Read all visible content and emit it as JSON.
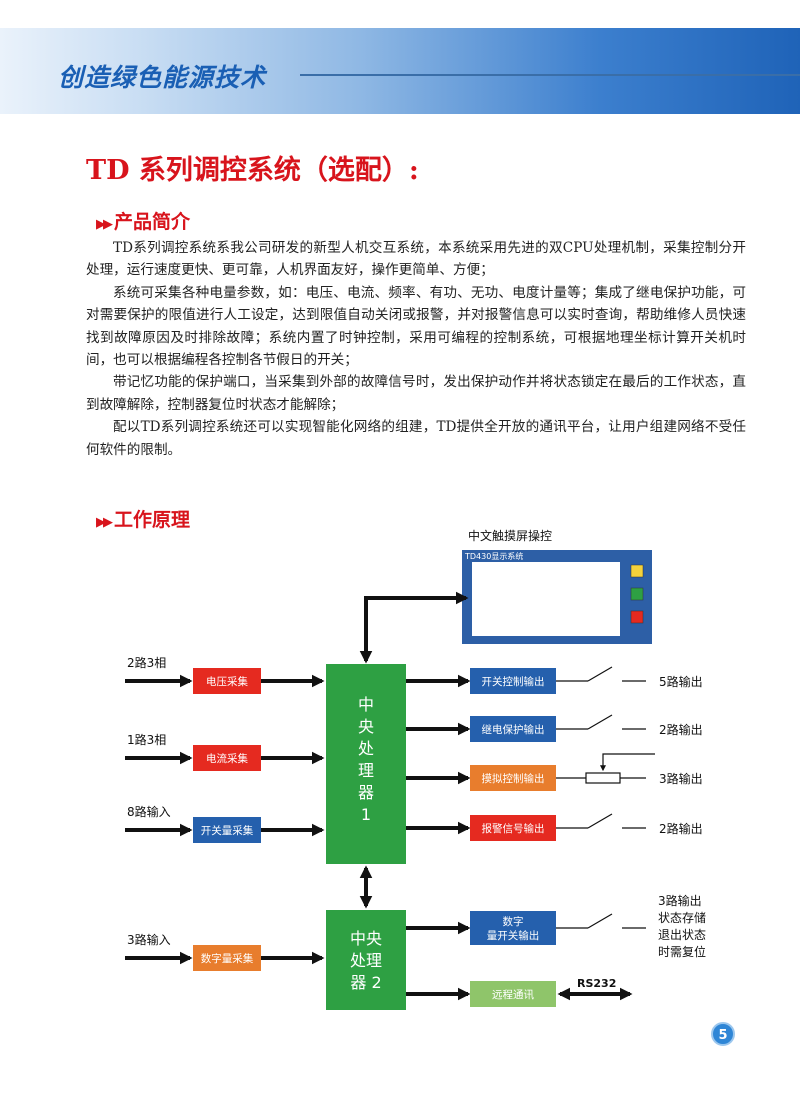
{
  "header": {
    "title": "创造绿色能源技术"
  },
  "main_title": "TD 系列调控系统（选配）:",
  "sections": {
    "intro_heading": "产品简介",
    "principle_heading": "工作原理"
  },
  "paragraphs": [
    "TD系列调控系统系我公司研发的新型人机交互系统，本系统采用先进的双CPU处理机制，采集控制分开处理，运行速度更快、更可靠，人机界面友好，操作更简单、方便；",
    "系统可采集各种电量参数，如：电压、电流、频率、有功、无功、电度计量等；集成了继电保护功能，可对需要保护的限值进行人工设定，达到限值自动关闭或报警，并对报警信息可以实时查询，帮助维修人员快速找到故障原因及时排除故障；系统内置了时钟控制，采用可编程的控制系统，可根据地理坐标计算开关机时间，也可以根据编程各控制各节假日的开关；",
    "带记忆功能的保护端口，当采集到外部的故障信号时，发出保护动作并将状态锁定在最后的工作状态，直到故障解除，控制器复位时状态才能解除；",
    "配以TD系列调控系统还可以实现智能化网络的组建，TD提供全开放的通讯平台，让用户组建网络不受任何软件的限制。"
  ],
  "diagram": {
    "screen_title": "中文触摸屏操控",
    "screen_label": "TD430显示系统",
    "inputs": [
      "2路3相",
      "1路3相",
      "8路输入",
      "3路输入"
    ],
    "input_boxes": [
      "电压采集",
      "电流采集",
      "开关量采集",
      "数字量采集"
    ],
    "cpu1": [
      "中",
      "央",
      "处",
      "理",
      "器",
      "1"
    ],
    "cpu2": [
      "中央",
      "处理",
      "器 2"
    ],
    "output_boxes": [
      "开关控制输出",
      "继电保护输出",
      "摸拟控制输出",
      "报警信号输出",
      "数字",
      "量开关输出",
      "远程通讯"
    ],
    "output_labels": [
      "5路输出",
      "2路输出",
      "3路输出",
      "2路输出"
    ],
    "digital_notes": [
      "3路输出",
      "状态存储",
      "退出状态",
      "时需复位"
    ],
    "rs232": "RS232"
  },
  "page_number": "5",
  "colors": {
    "red": "#e52a20",
    "blue": "#2560ad",
    "orange": "#e87d2d",
    "green": "#2ea043",
    "lightgreen": "#8fc56a",
    "title_red": "#d8141c"
  }
}
